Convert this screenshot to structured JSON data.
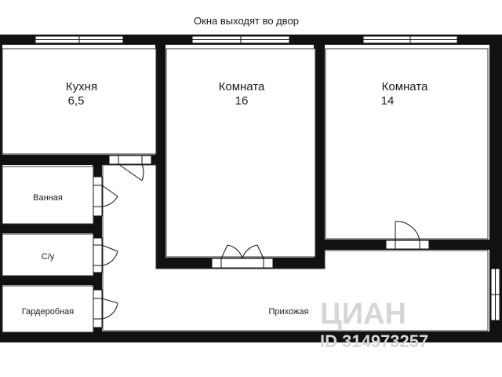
{
  "caption": "Окна выходят во двор",
  "rooms": {
    "kitchen": {
      "name": "Кухня",
      "area": "6,5"
    },
    "room1": {
      "name": "Комната",
      "area": "16"
    },
    "room2": {
      "name": "Комната",
      "area": "14"
    },
    "bath": {
      "name": "Ванная"
    },
    "wc": {
      "name": "С/у"
    },
    "wardrobe": {
      "name": "Гардеробная"
    },
    "hall": {
      "name": "Прихожая"
    }
  },
  "watermark": {
    "brand": "ЦИАН",
    "id": "ID 314973257"
  },
  "colors": {
    "wall": "#111111",
    "background": "#ffffff",
    "watermark": "#d6d6d6"
  }
}
